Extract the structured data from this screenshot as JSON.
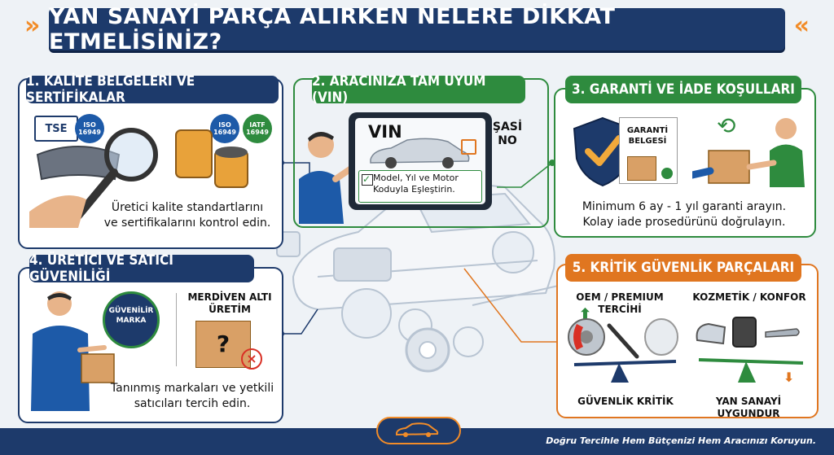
{
  "title": "YAN SANAYİ PARÇA ALIRKEN NELERE DİKKAT ETMELİSİNİZ?",
  "section1": {
    "title": "1. KALİTE BELGELERİ VE SERTİFİKALAR",
    "badges": [
      "TSE",
      "ISO 16949",
      "ISO 16949",
      "IATF 16949"
    ],
    "line1": "Üretici kalite standartlarını",
    "line2": "ve sertifikalarını kontrol edin."
  },
  "section2": {
    "title": "2. ARACINIZA TAM UYUM (VIN)",
    "vin": "VIN",
    "sasi1": "ŞASİ",
    "sasi2": "NO",
    "check1": "Model, Yıl ve Motor",
    "check2": "Koduyla Eşleştirin."
  },
  "section3": {
    "title": "3. GARANTİ VE İADE KOŞULLARI",
    "doc1": "GARANTİ",
    "doc2": "BELGESİ",
    "line1": "Minimum 6 ay - 1 yıl garanti arayın.",
    "line2": "Kolay iade prosedürünü doğrulayın."
  },
  "section4": {
    "title": "4. ÜRETİCİ VE SATICI GÜVENİLİĞİ",
    "badge1": "GÜVENİLİR",
    "badge2": "MARKA",
    "box1": "MERDİVEN ALTI",
    "box2": "ÜRETİM",
    "line1": "Tanınmış markaları ve yetkili",
    "line2": "satıcıları tercih edin."
  },
  "section5": {
    "title": "5. KRİTİK GÜVENLİK PARÇALARI",
    "left1": "OEM / PREMIUM",
    "left2": "TERCİHİ",
    "right1": "KOZMETİK / KONFOR",
    "bottom_left": "GÜVENLİK KRİTİK",
    "bottom_right": "YAN SANAYİ UYGUNDUR"
  },
  "footer": "Doğru Tercihle Hem Bütçenizi Hem Aracınızı Koruyun.",
  "colors": {
    "navy": "#1d3a6b",
    "green": "#2e8b3e",
    "orange": "#e07620",
    "background": "#eef2f6"
  }
}
